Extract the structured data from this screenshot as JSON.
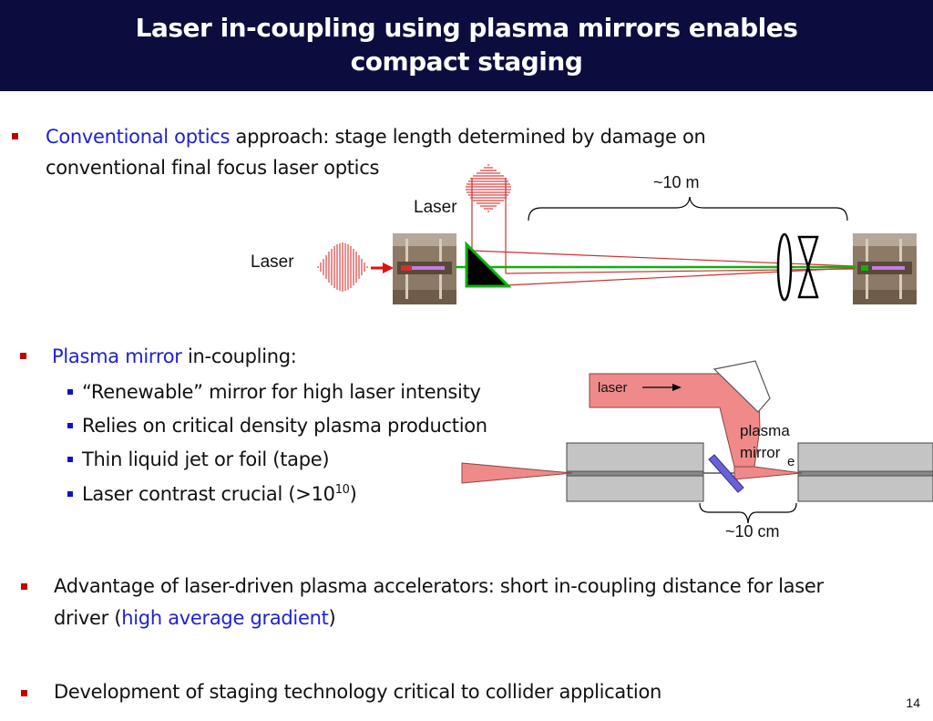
{
  "slide": {
    "title_line1": "Laser in-coupling using plasma mirrors enables",
    "title_line2": "compact staging",
    "page_number": "14"
  },
  "bullets": {
    "b1": {
      "highlight": "Conventional optics",
      "rest_line1": " approach: stage length determined by damage on",
      "line2": "conventional final focus laser optics"
    },
    "b2": {
      "highlight": "Plasma mirror",
      "rest": " in-coupling:"
    },
    "sub": [
      "“Renewable” mirror for high laser intensity",
      "Relies on critical density plasma production",
      "Thin liquid jet or foil (tape)",
      "Laser contrast crucial (>10",
      "10",
      ")"
    ],
    "b3": {
      "line1": "Advantage of laser-driven plasma accelerators: short in-coupling distance for laser",
      "line2_prefix": "driver (",
      "highlight": "high average gradient",
      "line2_suffix": ")"
    },
    "b4": "Development of staging technology critical to collider application"
  },
  "diagram_top": {
    "laser_label_left": "Laser",
    "laser_label_top": "Laser",
    "distance_label": "~10 m"
  },
  "diagram_bottom": {
    "laser_label": "laser",
    "plasma_label": "plasma",
    "mirror_label": "mirror",
    "electron_label": "e",
    "distance_label": "~10 cm"
  },
  "colors": {
    "title_bg": "#0c0c3e",
    "bullet": "#c00000",
    "highlight_text": "#2020d8",
    "laser_pulse": "#e04040",
    "beam_green": "#10b010",
    "laser_pink": "#f08a8a",
    "mirror_blue": "#6a60d8"
  }
}
